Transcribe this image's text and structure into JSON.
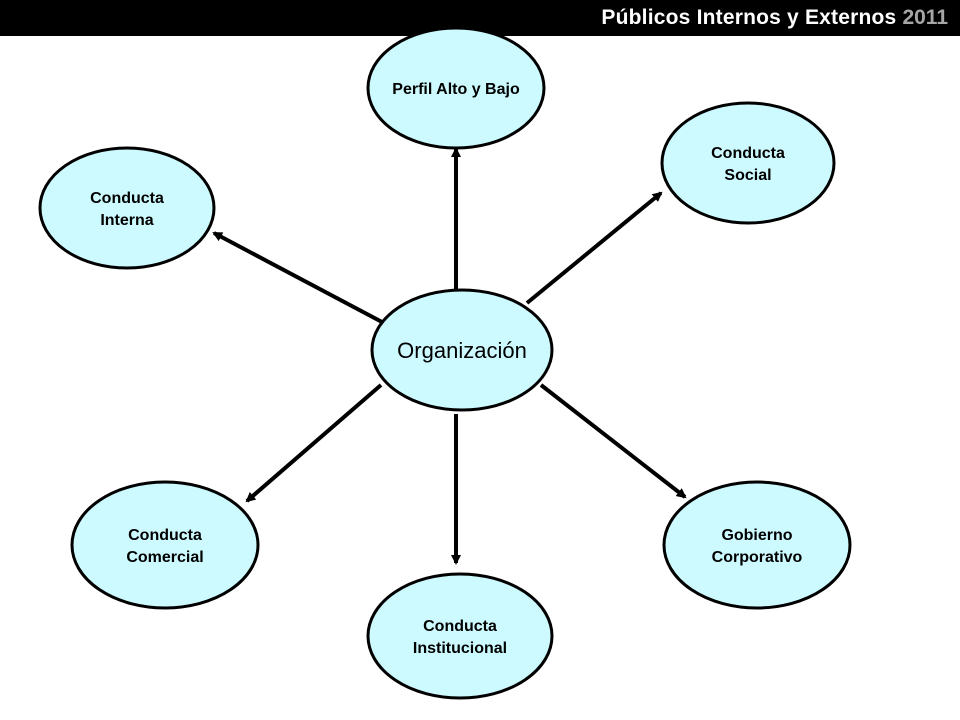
{
  "header": {
    "title": "Públicos Internos y Externos",
    "year": "2011"
  },
  "colors": {
    "node_fill": "#ccfaff",
    "node_stroke": "#000000",
    "header_bg": "#000000",
    "header_text": "#ffffff",
    "header_year": "#a6a6a6"
  },
  "diagram": {
    "center": {
      "label": "Organización"
    },
    "nodes": [
      {
        "id": "perfil",
        "lines": [
          "Perfil Alto y Bajo"
        ]
      },
      {
        "id": "social",
        "lines": [
          "Conducta",
          "Social"
        ]
      },
      {
        "id": "interna",
        "lines": [
          "Conducta",
          "Interna"
        ]
      },
      {
        "id": "comercial",
        "lines": [
          "Conducta",
          "Comercial"
        ]
      },
      {
        "id": "institucional",
        "lines": [
          "Conducta",
          "Institucional"
        ]
      },
      {
        "id": "gobierno",
        "lines": [
          "Gobierno",
          "Corporativo"
        ]
      }
    ],
    "edges": [
      {
        "from": "center",
        "to": "perfil"
      },
      {
        "from": "center",
        "to": "social"
      },
      {
        "from": "center",
        "to": "interna"
      },
      {
        "from": "center",
        "to": "comercial"
      },
      {
        "from": "center",
        "to": "institucional"
      },
      {
        "from": "center",
        "to": "gobierno"
      }
    ]
  }
}
